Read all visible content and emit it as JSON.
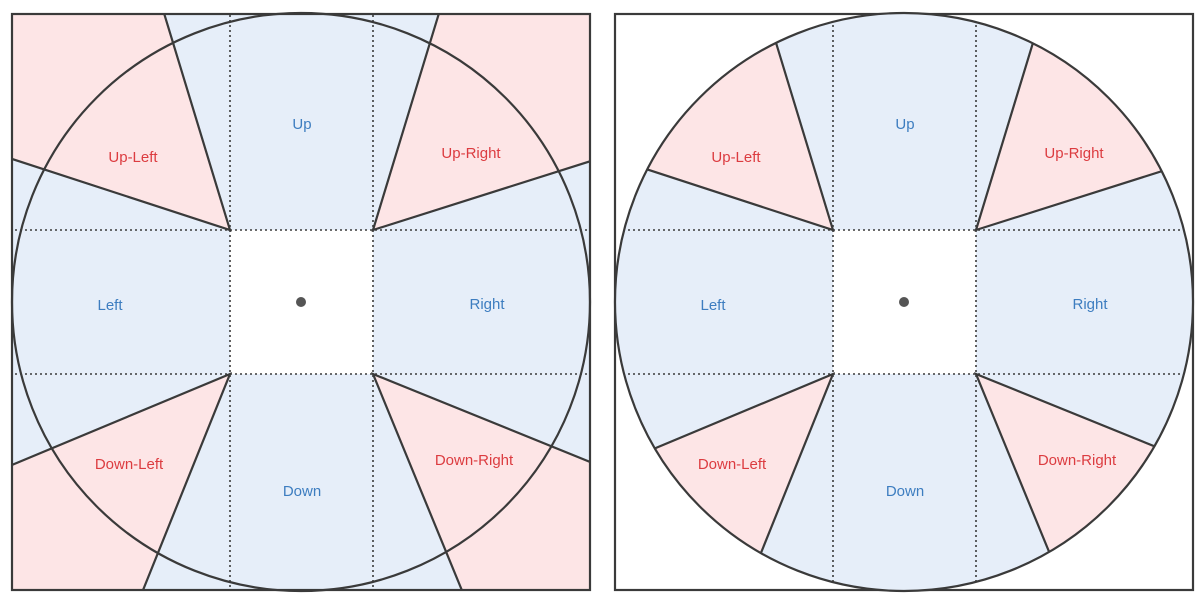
{
  "colors": {
    "card_fill": "#e6eef9",
    "diag_fill": "#fde5e6",
    "card_text": "#3d7dc0",
    "diag_text": "#dc3c40",
    "outline": "#3a3a3a",
    "dot": "#555555"
  },
  "panels": [
    {
      "id": "left",
      "labels": {
        "up": "Up",
        "down": "Down",
        "left": "Left",
        "right": "Right",
        "up_left": "Up-Left",
        "up_right": "Up-Right",
        "down_left": "Down-Left",
        "down_right": "Down-Right"
      }
    },
    {
      "id": "right",
      "labels": {
        "up": "Up",
        "down": "Down",
        "left": "Left",
        "right": "Right",
        "up_left": "Up-Left",
        "up_right": "Up-Right",
        "down_left": "Down-Left",
        "down_right": "Down-Right"
      }
    }
  ]
}
